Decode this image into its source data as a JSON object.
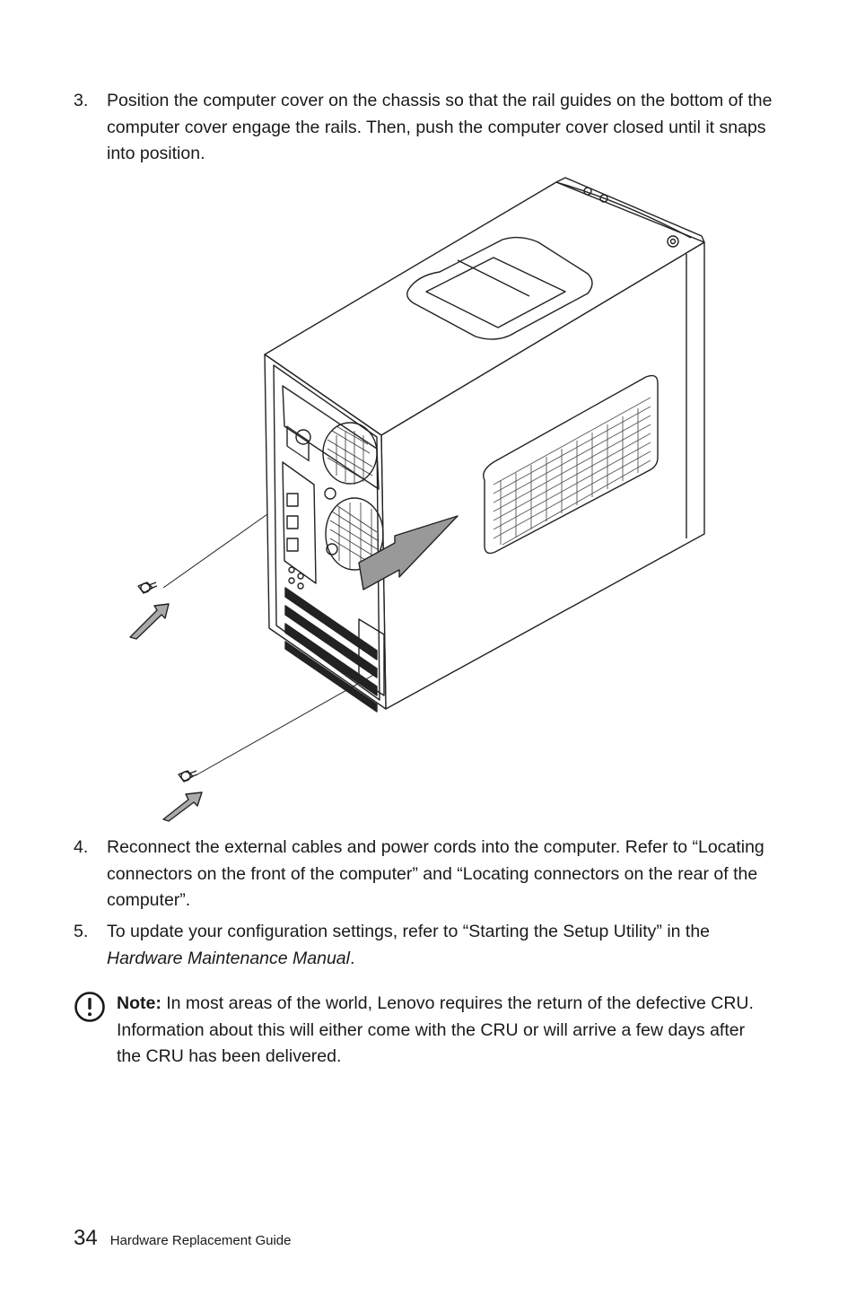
{
  "steps": [
    {
      "num": "3.",
      "text": "Position the computer cover on the chassis so that the rail guides on the bottom of the computer cover engage the rails. Then, push the computer cover closed until it snaps into position."
    },
    {
      "num": "4.",
      "text": "Reconnect the external cables and power cords into the computer. Refer to “Locating connectors on the front of the computer” and “Locating connectors on the rear of the computer”."
    },
    {
      "num": "5.",
      "text_before": "To update your configuration settings, refer to “Starting the Setup Utility” in the ",
      "text_italic": "Hardware Maintenance Manual",
      "text_after": "."
    }
  ],
  "note": {
    "icon": "exclamation-circle-icon",
    "label": "Note:",
    "text": " In most areas of the world, Lenovo requires the return of the defective CRU. Information about this will either come with the CRU or will arrive a few days after the CRU has been delivered."
  },
  "figure": {
    "subject": "computer-chassis-cover-screws-illustration"
  },
  "footer": {
    "page_number": "34",
    "guide_name": "Hardware Replacement Guide"
  }
}
